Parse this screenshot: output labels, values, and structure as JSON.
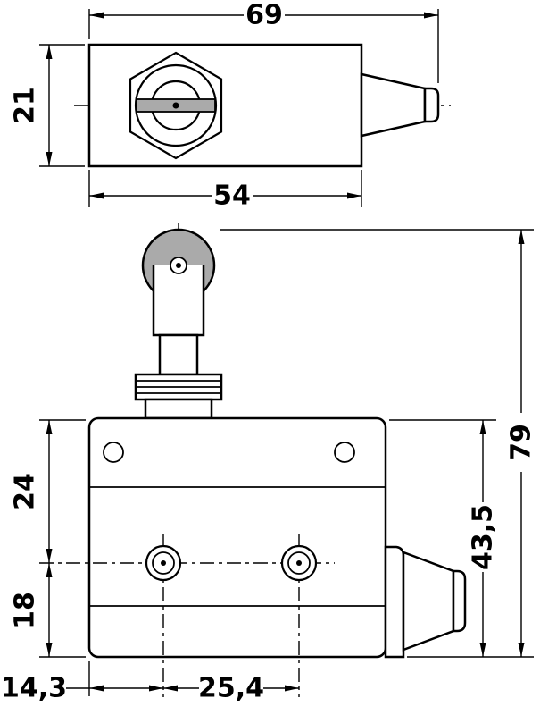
{
  "dims": {
    "overall_width": "69",
    "head_height": "21",
    "head_width": "54",
    "overall_height": "79",
    "case_height": "43,5",
    "holes_top_offset": "24",
    "holes_bottom_offset": "18",
    "holes_left_offset": "14,3",
    "holes_spacing": "25,4"
  }
}
